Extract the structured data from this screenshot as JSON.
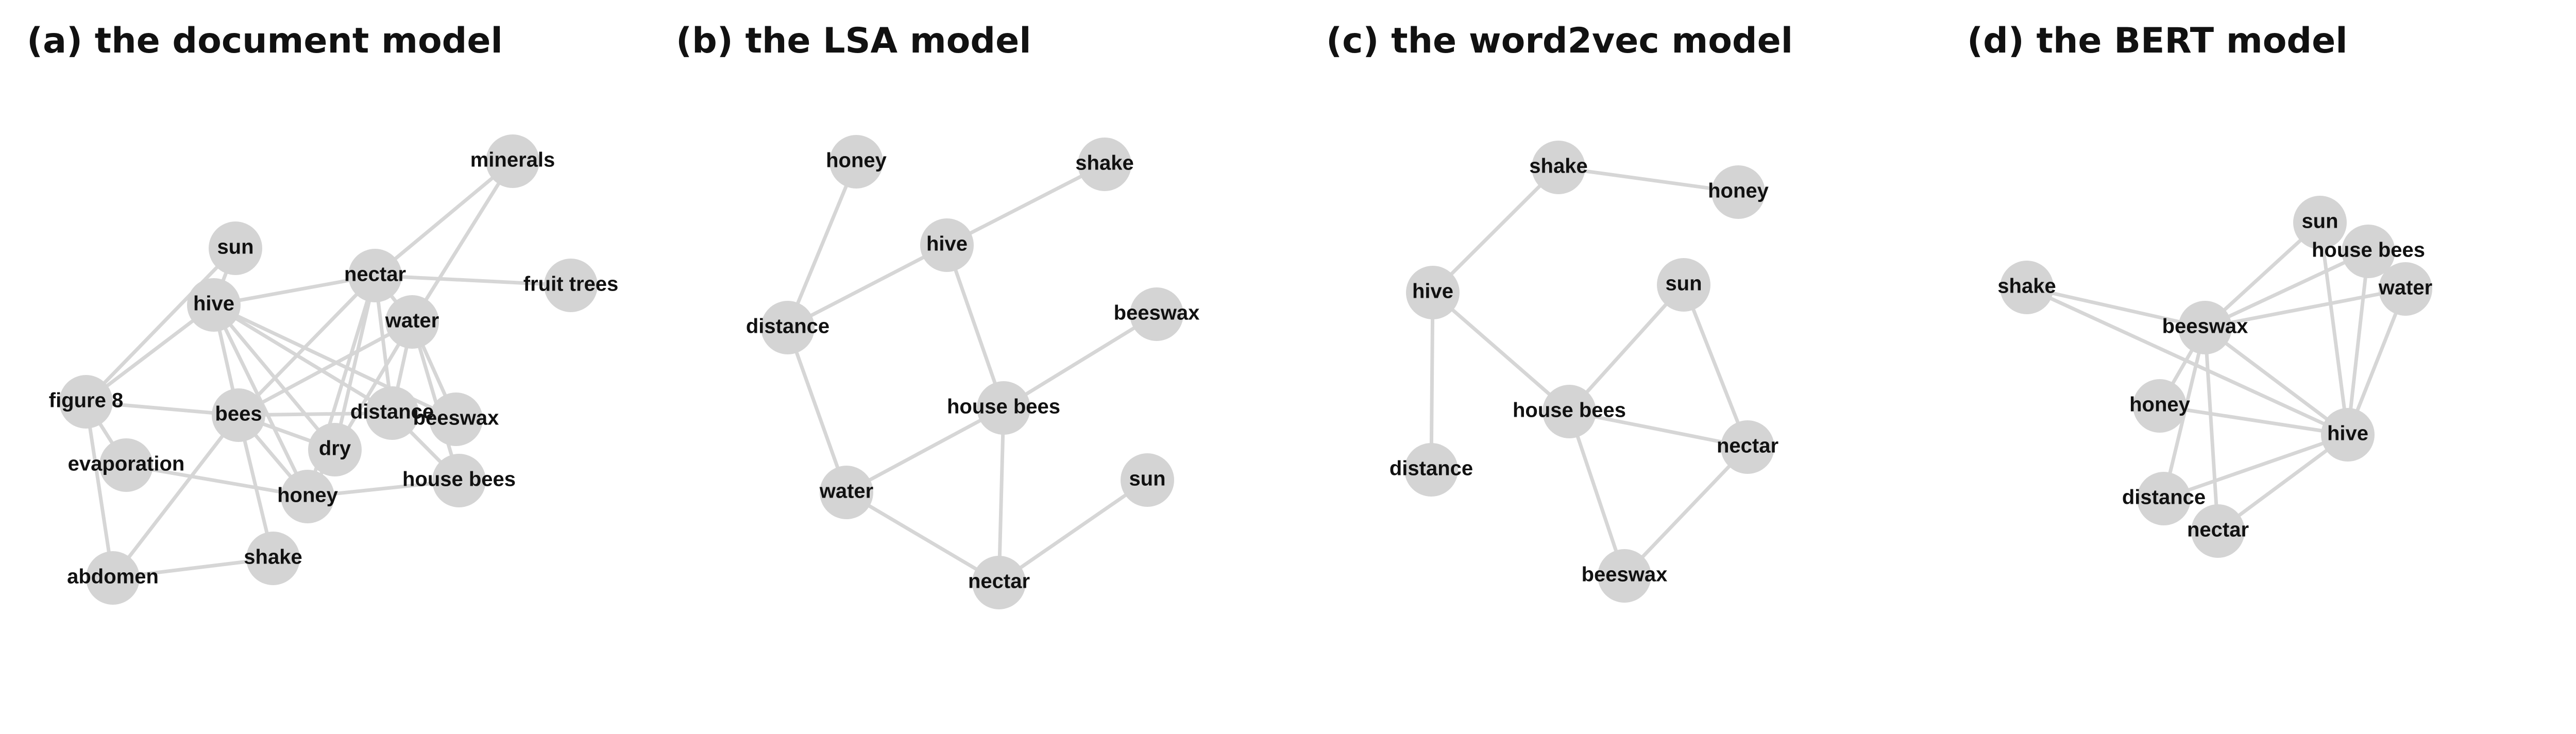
{
  "colors": {
    "node": "#d4d4d4",
    "edge": "#d6d6d6",
    "label": "#111111",
    "title": "#111111",
    "background": "#ffffff"
  },
  "panels": [
    {
      "id": "document",
      "title": "(a) the document model",
      "nodes": [
        {
          "id": "minerals",
          "label": "minerals"
        },
        {
          "id": "sun",
          "label": "sun"
        },
        {
          "id": "nectar",
          "label": "nectar"
        },
        {
          "id": "fruit_trees",
          "label": "fruit trees"
        },
        {
          "id": "hive",
          "label": "hive"
        },
        {
          "id": "water",
          "label": "water"
        },
        {
          "id": "figure8",
          "label": "figure 8"
        },
        {
          "id": "bees",
          "label": "bees"
        },
        {
          "id": "distance",
          "label": "distance"
        },
        {
          "id": "beeswax",
          "label": "beeswax"
        },
        {
          "id": "evaporation",
          "label": "evaporation"
        },
        {
          "id": "dry",
          "label": "dry"
        },
        {
          "id": "house_bees",
          "label": "house bees"
        },
        {
          "id": "honey",
          "label": "honey"
        },
        {
          "id": "abdomen",
          "label": "abdomen"
        },
        {
          "id": "shake",
          "label": "shake"
        }
      ],
      "edges": [
        [
          "minerals",
          "nectar"
        ],
        [
          "minerals",
          "water"
        ],
        [
          "nectar",
          "fruit_trees"
        ],
        [
          "nectar",
          "hive"
        ],
        [
          "nectar",
          "water"
        ],
        [
          "nectar",
          "bees"
        ],
        [
          "nectar",
          "distance"
        ],
        [
          "nectar",
          "dry"
        ],
        [
          "nectar",
          "honey"
        ],
        [
          "sun",
          "hive"
        ],
        [
          "sun",
          "figure8"
        ],
        [
          "hive",
          "figure8"
        ],
        [
          "hive",
          "bees"
        ],
        [
          "hive",
          "distance"
        ],
        [
          "hive",
          "dry"
        ],
        [
          "hive",
          "honey"
        ],
        [
          "hive",
          "beeswax"
        ],
        [
          "water",
          "bees"
        ],
        [
          "water",
          "distance"
        ],
        [
          "water",
          "beeswax"
        ],
        [
          "water",
          "house_bees"
        ],
        [
          "water",
          "honey"
        ],
        [
          "figure8",
          "bees"
        ],
        [
          "figure8",
          "abdomen"
        ],
        [
          "figure8",
          "evaporation"
        ],
        [
          "bees",
          "distance"
        ],
        [
          "bees",
          "dry"
        ],
        [
          "bees",
          "honey"
        ],
        [
          "bees",
          "shake"
        ],
        [
          "bees",
          "abdomen"
        ],
        [
          "distance",
          "beeswax"
        ],
        [
          "distance",
          "house_bees"
        ],
        [
          "evaporation",
          "honey"
        ],
        [
          "honey",
          "house_bees"
        ],
        [
          "abdomen",
          "shake"
        ]
      ]
    },
    {
      "id": "lsa",
      "title": "(b) the LSA model",
      "nodes": [
        {
          "id": "honey",
          "label": "honey"
        },
        {
          "id": "shake",
          "label": "shake"
        },
        {
          "id": "hive",
          "label": "hive"
        },
        {
          "id": "beeswax",
          "label": "beeswax"
        },
        {
          "id": "distance",
          "label": "distance"
        },
        {
          "id": "house_bees",
          "label": "house bees"
        },
        {
          "id": "sun",
          "label": "sun"
        },
        {
          "id": "water",
          "label": "water"
        },
        {
          "id": "nectar",
          "label": "nectar"
        }
      ],
      "edges": [
        [
          "honey",
          "distance"
        ],
        [
          "distance",
          "hive"
        ],
        [
          "hive",
          "shake"
        ],
        [
          "hive",
          "house_bees"
        ],
        [
          "house_bees",
          "beeswax"
        ],
        [
          "distance",
          "water"
        ],
        [
          "water",
          "house_bees"
        ],
        [
          "house_bees",
          "nectar"
        ],
        [
          "water",
          "nectar"
        ],
        [
          "nectar",
          "sun"
        ]
      ]
    },
    {
      "id": "word2vec",
      "title": "(c) the word2vec model",
      "nodes": [
        {
          "id": "shake",
          "label": "shake"
        },
        {
          "id": "honey",
          "label": "honey"
        },
        {
          "id": "hive",
          "label": "hive"
        },
        {
          "id": "sun",
          "label": "sun"
        },
        {
          "id": "house_bees",
          "label": "house bees"
        },
        {
          "id": "nectar",
          "label": "nectar"
        },
        {
          "id": "distance",
          "label": "distance"
        },
        {
          "id": "beeswax",
          "label": "beeswax"
        }
      ],
      "edges": [
        [
          "shake",
          "honey"
        ],
        [
          "shake",
          "hive"
        ],
        [
          "hive",
          "distance"
        ],
        [
          "hive",
          "house_bees"
        ],
        [
          "sun",
          "house_bees"
        ],
        [
          "sun",
          "nectar"
        ],
        [
          "house_bees",
          "nectar"
        ],
        [
          "house_bees",
          "beeswax"
        ],
        [
          "nectar",
          "beeswax"
        ]
      ]
    },
    {
      "id": "bert",
      "title": "(d) the BERT model",
      "nodes": [
        {
          "id": "sun",
          "label": "sun"
        },
        {
          "id": "house_bees",
          "label": "house bees"
        },
        {
          "id": "shake",
          "label": "shake"
        },
        {
          "id": "water",
          "label": "water"
        },
        {
          "id": "beeswax",
          "label": "beeswax"
        },
        {
          "id": "honey",
          "label": "honey"
        },
        {
          "id": "hive",
          "label": "hive"
        },
        {
          "id": "distance",
          "label": "distance"
        },
        {
          "id": "nectar",
          "label": "nectar"
        }
      ],
      "edges": [
        [
          "sun",
          "beeswax"
        ],
        [
          "sun",
          "hive"
        ],
        [
          "house_bees",
          "beeswax"
        ],
        [
          "house_bees",
          "hive"
        ],
        [
          "water",
          "beeswax"
        ],
        [
          "water",
          "hive"
        ],
        [
          "shake",
          "beeswax"
        ],
        [
          "shake",
          "hive"
        ],
        [
          "beeswax",
          "honey"
        ],
        [
          "beeswax",
          "distance"
        ],
        [
          "beeswax",
          "nectar"
        ],
        [
          "beeswax",
          "hive"
        ],
        [
          "honey",
          "hive"
        ],
        [
          "distance",
          "hive"
        ],
        [
          "nectar",
          "hive"
        ]
      ]
    }
  ]
}
